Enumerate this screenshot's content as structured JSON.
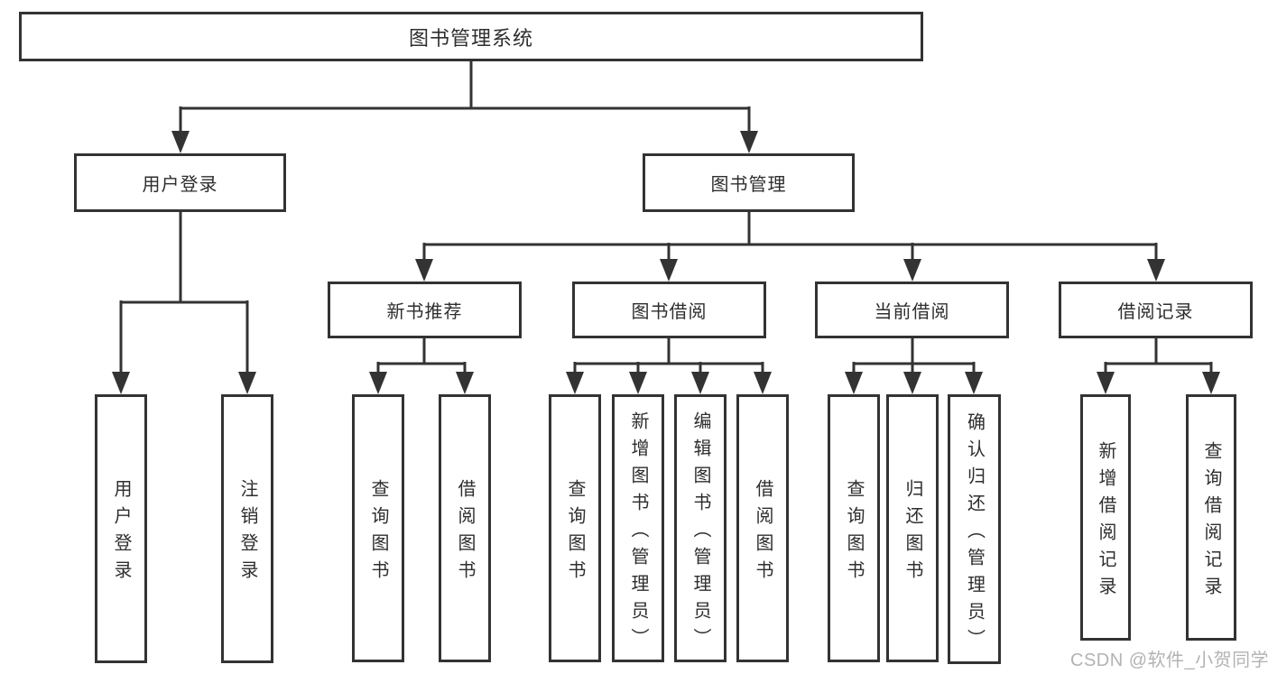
{
  "diagram": {
    "title": "图书管理系统",
    "watermark": "CSDN @软件_小贺同学",
    "branches": {
      "user_login": {
        "label": "用户登录",
        "children": [
          "用户登录",
          "注销登录"
        ]
      },
      "book_management": {
        "label": "图书管理",
        "sections": [
          {
            "label": "新书推荐",
            "children": [
              "查询图书",
              "借阅图书"
            ]
          },
          {
            "label": "图书借阅",
            "children": [
              "查询图书",
              "新增图书（管理员）",
              "编辑图书（管理员）",
              "借阅图书"
            ]
          },
          {
            "label": "当前借阅",
            "children": [
              "查询图书",
              "归还图书",
              "确认归还（管理员）"
            ]
          },
          {
            "label": "借阅记录",
            "children": [
              "新增借阅记录",
              "查询借阅记录"
            ]
          }
        ]
      }
    },
    "colors": {
      "line": "#333333",
      "border": "#333333",
      "text": "#2e2e2e",
      "watermark": "#b4b2b2",
      "background": "#ffffff"
    }
  }
}
